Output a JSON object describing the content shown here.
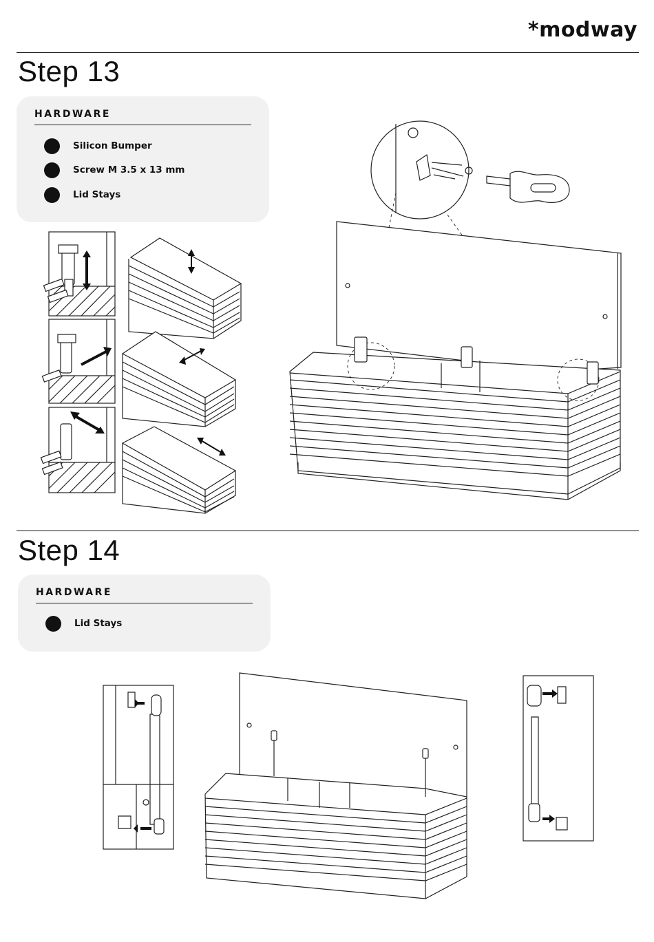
{
  "brand": {
    "logo_text": "*modway"
  },
  "step13": {
    "title": "Step 13",
    "hardware": {
      "title": "HARDWARE",
      "items": [
        {
          "label": "Silicon Bumper"
        },
        {
          "label": "Screw M 3.5 x 13 mm"
        },
        {
          "label": "Lid Stays"
        }
      ]
    }
  },
  "step14": {
    "title": "Step 14",
    "hardware": {
      "title": "HARDWARE",
      "items": [
        {
          "label": "Lid Stays"
        }
      ]
    }
  },
  "colors": {
    "ink": "#111111",
    "panel": "#f1f1f1",
    "paper": "#ffffff"
  },
  "icons": [
    "hardware-bullet-icon",
    "screwdriver-icon",
    "hinge-icon",
    "adjust-arrow-icon",
    "gas-strut-icon"
  ]
}
